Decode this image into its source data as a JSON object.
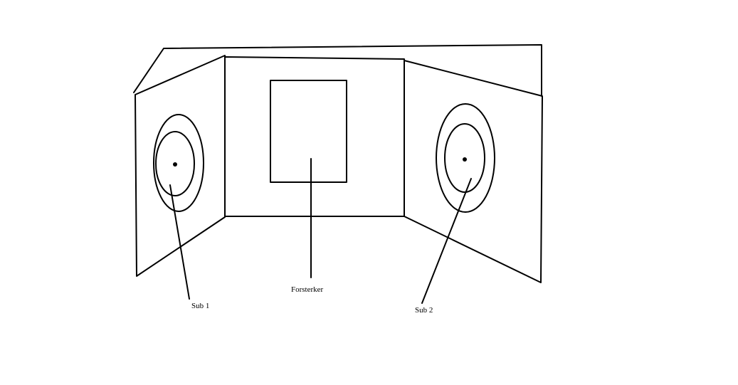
{
  "labels": {
    "sub1": "Sub 1",
    "amplifier": "Forsterker",
    "sub2": "Sub 2"
  },
  "colors": {
    "background": "#ffffff",
    "ink": "#000000"
  }
}
